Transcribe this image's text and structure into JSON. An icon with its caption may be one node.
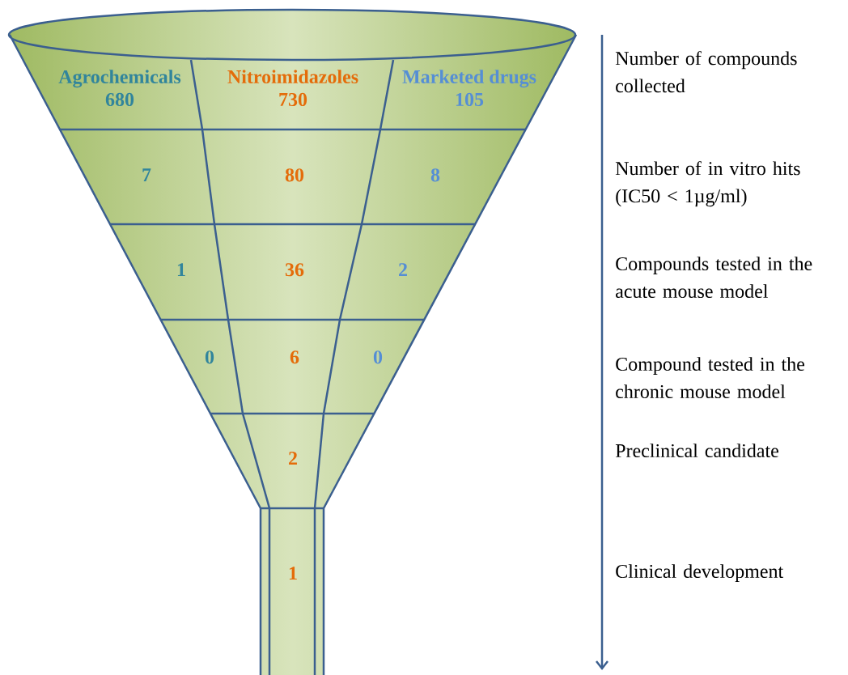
{
  "diagram": {
    "nodes": [
      {
        "text": [
          "Agrochemicals",
          "680"
        ]
      },
      {
        "text": [
          "Nitroimidazoles",
          "730"
        ]
      },
      {
        "text": [
          "Marketed drugs",
          "105"
        ]
      },
      {
        "text": [
          "7"
        ]
      },
      {
        "text": [
          "80"
        ]
      },
      {
        "text": [
          "8"
        ]
      },
      {
        "text": [
          "1"
        ]
      },
      {
        "text": [
          "36"
        ]
      },
      {
        "text": [
          "2"
        ]
      },
      {
        "text": [
          "0"
        ]
      },
      {
        "text": [
          "6"
        ]
      },
      {
        "text": [
          "0"
        ]
      },
      {
        "text": [
          "2"
        ]
      },
      {
        "text": [
          "1"
        ]
      }
    ],
    "edges": [],
    "labels": [
      "Number of compounds collected",
      "Number of in vitro hits (IC50 < 1µg/ml)",
      "Compounds tested in the acute mouse model",
      "Compound tested in the chronic mouse model",
      "Preclinical candidate",
      "Clinical development"
    ]
  }
}
